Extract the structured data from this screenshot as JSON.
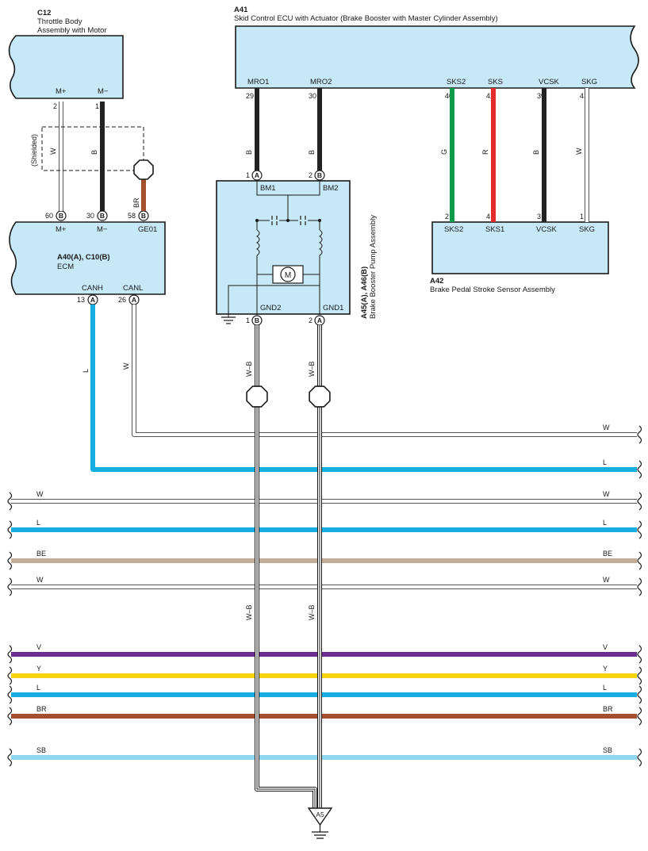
{
  "colors": {
    "B": "#222222",
    "W": "#ffffff",
    "L": "#16aee0",
    "G": "#0e9a4a",
    "R": "#e32b2b",
    "BR": "#a4502e",
    "BE": "#c2ae98",
    "V": "#6b2c8f",
    "Y": "#f7d40d",
    "SB": "#8fd6f0",
    "component_fill": "#c7e8f7"
  },
  "components": {
    "c12": {
      "id": "C12",
      "name1": "Throttle Body",
      "name2": "Assembly with Motor",
      "pin_mplus": "M+",
      "pin_mminus": "M−",
      "pin2": "2",
      "pin1": "1"
    },
    "a41": {
      "id": "A41",
      "name": "Skid Control ECU with Actuator (Brake Booster with Master Cylinder Assembly)",
      "pins": [
        {
          "num": "29",
          "label": "MRO1"
        },
        {
          "num": "30",
          "label": "MRO2"
        },
        {
          "num": "40",
          "label": "SKS2"
        },
        {
          "num": "42",
          "label": "SKS"
        },
        {
          "num": "39",
          "label": "VCSK"
        },
        {
          "num": "41",
          "label": "SKG"
        }
      ]
    },
    "ecm": {
      "id": "A40(A), C10(B)",
      "name": "ECM",
      "top_pins": [
        {
          "num": "60",
          "conn": "B",
          "label": "M+"
        },
        {
          "num": "30",
          "conn": "B",
          "label": "M−"
        },
        {
          "num": "58",
          "conn": "B",
          "label": "GE01"
        }
      ],
      "bottom_pins": [
        {
          "num": "13",
          "conn": "A",
          "label": "CANH"
        },
        {
          "num": "26",
          "conn": "A",
          "label": "CANL"
        }
      ]
    },
    "pump": {
      "id": "A45(A), A46(B)",
      "name": "Brake Booster Pump Assembly",
      "motor": "M",
      "top_pins": [
        {
          "num": "1",
          "conn": "A",
          "label": "BM1"
        },
        {
          "num": "2",
          "conn": "B",
          "label": "BM2"
        }
      ],
      "bottom_pins": [
        {
          "num": "1",
          "conn": "B",
          "label": "GND2"
        },
        {
          "num": "2",
          "conn": "A",
          "label": "GND1"
        }
      ]
    },
    "a42": {
      "id": "A42",
      "name": "Brake Pedal Stroke Sensor Assembly",
      "pins": [
        {
          "num": "2",
          "label": "SKS2"
        },
        {
          "num": "4",
          "label": "SKS1"
        },
        {
          "num": "3",
          "label": "VCSK"
        },
        {
          "num": "1",
          "label": "SKG"
        }
      ]
    }
  },
  "wire_labels": {
    "c12_w": "W",
    "c12_b": "B",
    "shielded": "(Shielded)",
    "ge01_br": "BR",
    "mro1_b": "B",
    "mro2_b": "B",
    "sks2_g": "G",
    "sks_r": "R",
    "vcsk_b": "B",
    "skg_w": "W",
    "canh_l": "L",
    "canl_w": "W",
    "gnd2_wb": "W–B",
    "gnd1_wb": "W–B",
    "gnd2_wb2": "W–B",
    "gnd1_wb2": "W–B"
  },
  "bus_wires": [
    {
      "color": "W",
      "left": "",
      "right": "W"
    },
    {
      "color": "L",
      "left": "",
      "right": "L"
    },
    {
      "color": "W",
      "left": "W",
      "right": "W"
    },
    {
      "color": "L",
      "left": "L",
      "right": "L"
    },
    {
      "color": "BE",
      "left": "BE",
      "right": "BE"
    },
    {
      "color": "W",
      "left": "W",
      "right": "W"
    },
    {
      "color": "V",
      "left": "V",
      "right": "V"
    },
    {
      "color": "Y",
      "left": "Y",
      "right": "Y"
    },
    {
      "color": "L",
      "left": "L",
      "right": "L"
    },
    {
      "color": "BR",
      "left": "BR",
      "right": "BR"
    },
    {
      "color": "SB",
      "left": "SB",
      "right": "SB"
    }
  ],
  "ground": {
    "id": "A5"
  }
}
